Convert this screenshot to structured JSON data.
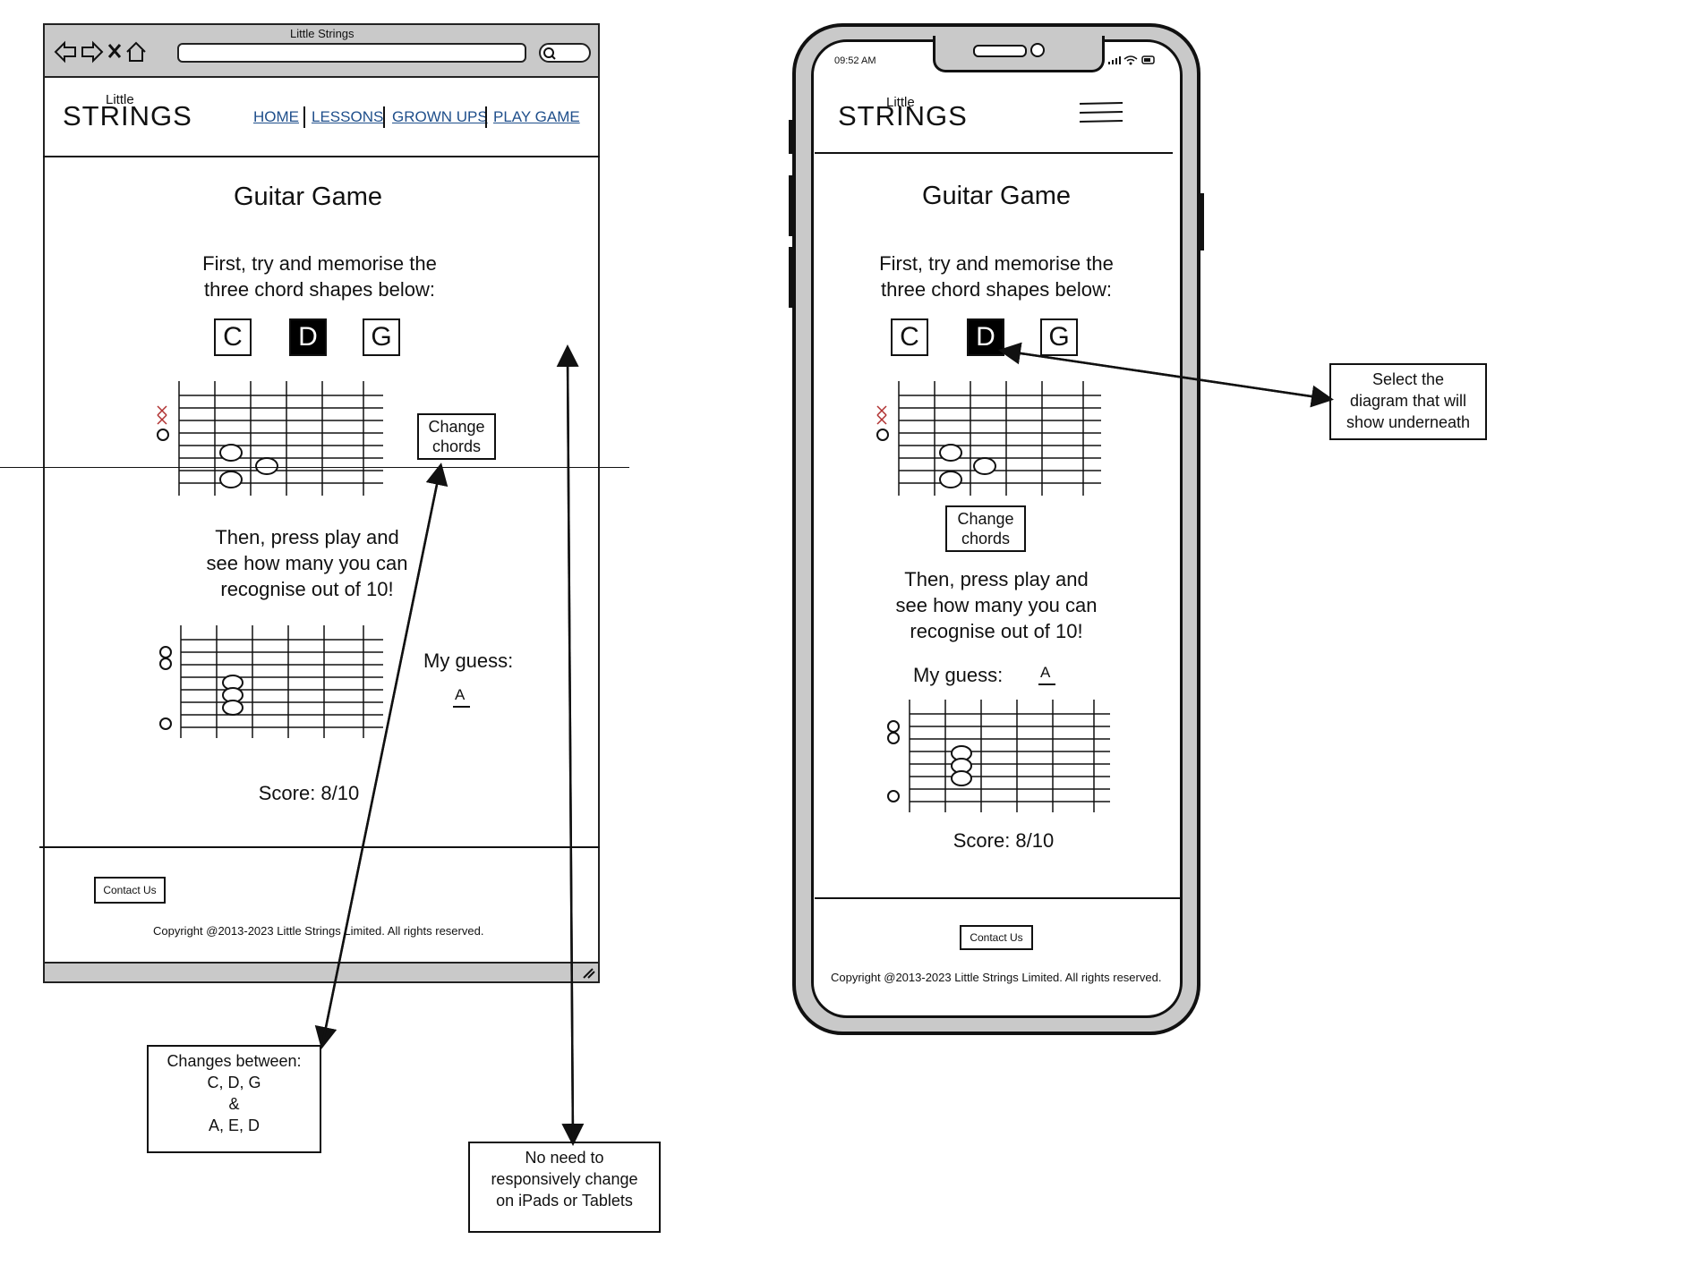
{
  "desktop": {
    "window_title": "Little Strings",
    "logo": {
      "small": "Little",
      "big": "STRINGS"
    },
    "nav": [
      {
        "label": "HOME"
      },
      {
        "label": "LESSONS"
      },
      {
        "label": "GROWN UPS"
      },
      {
        "label": "PLAY GAME"
      }
    ],
    "page_title": "Guitar Game",
    "intro": [
      "First, try and memorise the",
      "three chord shapes below:"
    ],
    "chords": [
      {
        "label": "C",
        "selected": false
      },
      {
        "label": "D",
        "selected": true
      },
      {
        "label": "G",
        "selected": false
      }
    ],
    "change_button": [
      "Change",
      "chords"
    ],
    "instructions": [
      "Then, press play and",
      "see how many you can",
      "recognise out of 10!"
    ],
    "guess_label": "My guess:",
    "guess_value": "A",
    "score": "Score: 8/10",
    "contact_button": "Contact Us",
    "copyright": "Copyright @2013-2023 Little Strings Limited. All rights reserved."
  },
  "phone": {
    "time": "09:52 AM",
    "logo": {
      "small": "Little",
      "big": "STRINGS"
    },
    "menu_icon": "hamburger-icon",
    "page_title": "Guitar Game",
    "intro": [
      "First, try and memorise the",
      "three chord shapes below:"
    ],
    "chords": [
      {
        "label": "C",
        "selected": false
      },
      {
        "label": "D",
        "selected": true
      },
      {
        "label": "G",
        "selected": false
      }
    ],
    "change_button": [
      "Change",
      "chords"
    ],
    "instructions": [
      "Then, press play and",
      "see how many you can",
      "recognise out of 10!"
    ],
    "guess_label": "My guess:",
    "guess_value": "A",
    "score": "Score: 8/10",
    "contact_button": "Contact Us",
    "copyright": "Copyright @2013-2023 Little Strings Limited. All rights reserved."
  },
  "annotations": {
    "changes_between": [
      "Changes between:",
      "C, D, G",
      "&",
      "A, E, D"
    ],
    "no_responsive": [
      "No need to",
      "responsively change",
      "on iPads or Tablets"
    ],
    "select_diagram": [
      "Select the",
      "diagram that will",
      "show underneath"
    ]
  },
  "colors": {
    "nav_link": "#1f4f8b",
    "chrome_gray": "#c9c9c9",
    "x_mark": "#b03030"
  }
}
